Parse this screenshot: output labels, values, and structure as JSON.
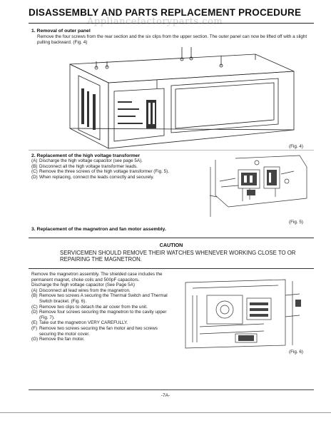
{
  "header": {
    "title": "DISASSEMBLY AND PARTS REPLACEMENT PROCEDURE",
    "watermark": "Appliancefactoryparts.com"
  },
  "section1": {
    "title": "1.  Removal of outer panel",
    "text": "Remove the four screws from the rear section and the six clips from the upper section. The outer panel can now be lifted off with a slight pulling backward. (Fig. 4)",
    "figure_label": "(Fig. 4)"
  },
  "section2": {
    "title": "2.  Replacement of the high voltage transformer",
    "items": [
      {
        "label": "(A)",
        "text": "Discharge the high voltage capacitor (see page 5A)."
      },
      {
        "label": "(B)",
        "text": "Disconnect all the high voltage transformer leads."
      },
      {
        "label": "(C)",
        "text": "Remove the three screws of the high voltage transformer (Fig. 5)."
      },
      {
        "label": "(D)",
        "text": "When replacing, connect the leads correctly and securely."
      }
    ],
    "figure_label": "(Fig. 5)"
  },
  "section3": {
    "title": "3.  Replacement of the magnetron and fan motor assembly.",
    "caution_title": "CAUTION",
    "caution_text": "SERVICEMEN SHOULD REMOVE THEIR WATCHES WHENEVER WORKING CLOSE TO OR REPAIRING THE MAGNETRON.",
    "intro": "Remove the magnetron assembly. The shielded case includes the permanent magnet, choke coils and 500pF capacitors.",
    "discharge": "Discharge the high voltage capacitor (See Page 5A)",
    "items": [
      {
        "label": "(A)",
        "text": "Disconnect all lead wires from the magnetron."
      },
      {
        "label": "(B)",
        "text": "Remove two screws A securing the Thermal Switch and Thermal Switch bracket. (Fig. 6)."
      },
      {
        "label": "(C)",
        "text": "Remove two clips to detach the air cover from the unit."
      },
      {
        "label": "(D)",
        "text": "Remove four screws securing the magnetron to the cavity upper (Fig. 7)."
      },
      {
        "label": "(E)",
        "text": "Take out the magnetron VERY CAREFULLY."
      },
      {
        "label": "(F)",
        "text": "Remove two screws securing the fan motor and two screws securing the motor cover."
      },
      {
        "label": "(G)",
        "text": "Remove the fan motor."
      }
    ],
    "figure_label": "(Fig. 6)"
  },
  "footer": {
    "page_number": "-7A-"
  }
}
